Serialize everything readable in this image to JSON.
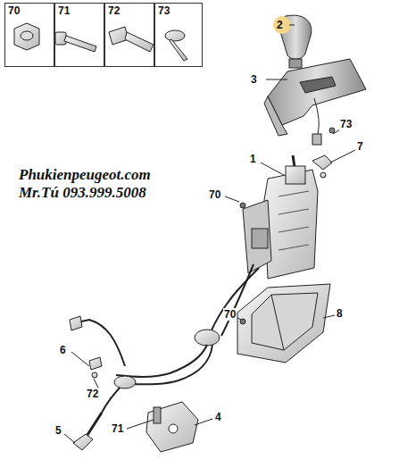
{
  "diagram": {
    "nodes": [
      {
        "text": [
          "70"
        ]
      },
      {
        "text": [
          "71"
        ]
      },
      {
        "text": [
          "72"
        ]
      },
      {
        "text": [
          "73"
        ]
      }
    ],
    "labels": [
      "2",
      "3",
      "73",
      "7",
      "1",
      "70",
      "70",
      "8",
      "6",
      "72",
      "71",
      "4",
      "5",
      "Phukienpeugeot.com",
      "Mr.Tú 093.999.5008"
    ]
  }
}
